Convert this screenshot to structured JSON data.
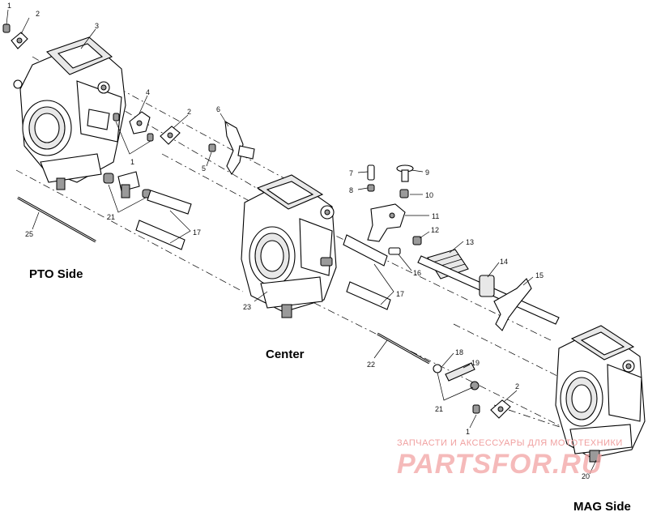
{
  "sections": {
    "pto": "PTO Side",
    "center": "Center",
    "mag": "MAG Side"
  },
  "callouts": {
    "c1": "1",
    "c2": "2",
    "c3": "3",
    "c2b": "2",
    "c4": "4",
    "c1b": "1",
    "c6": "6",
    "c5": "5",
    "c21": "21",
    "c25": "25",
    "c17": "17",
    "c7": "7",
    "c8": "8",
    "c9": "9",
    "c10": "10",
    "c11": "11",
    "c12": "12",
    "c13": "13",
    "c14": "14",
    "c15": "15",
    "c16": "16",
    "c17b": "17",
    "c23": "23",
    "c22": "22",
    "c18": "18",
    "c19": "19",
    "c21b": "21",
    "c2c": "2",
    "c1c": "1",
    "c20": "20"
  },
  "watermark": {
    "line1": "ЗАПЧАСТИ И АКСЕССУАРЫ ДЛЯ МОТОТЕХНИКИ",
    "line2": "PARTSFOR.RU"
  }
}
